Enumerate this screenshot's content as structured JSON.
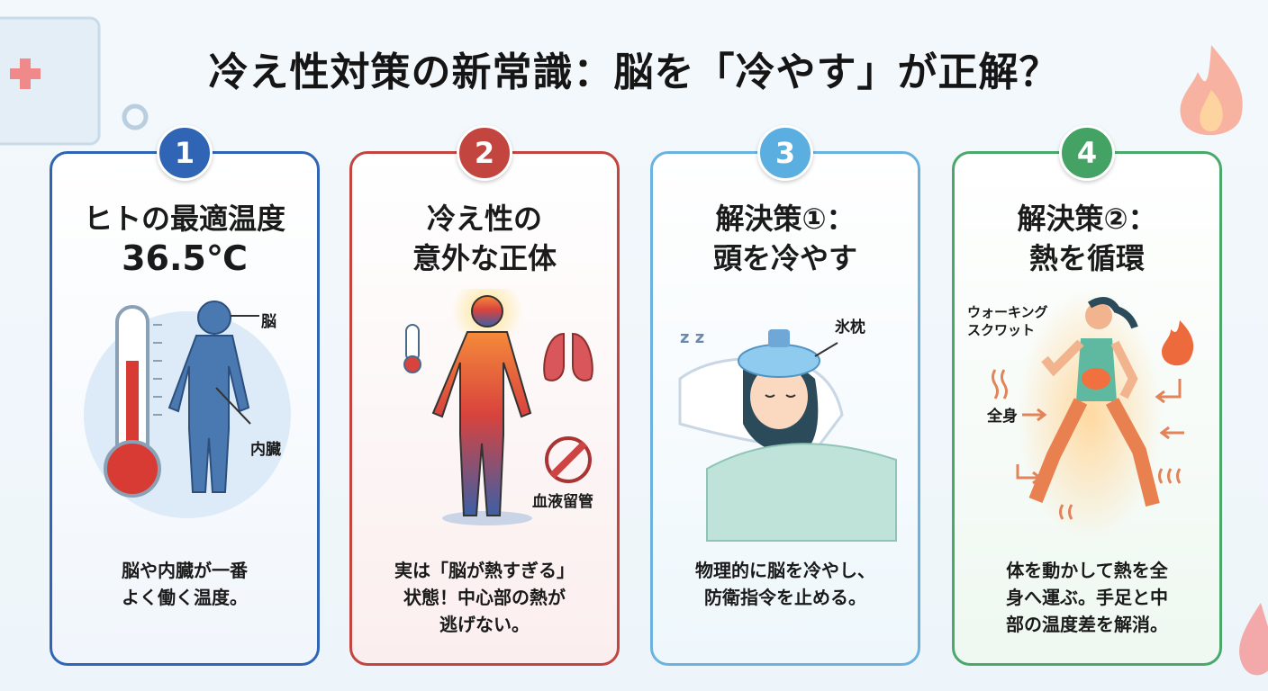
{
  "title": "冷え性対策の新常識：脳を「冷やす」が正解？",
  "cards": [
    {
      "number": "1",
      "heading_line1": "ヒトの最適温度",
      "heading_line2": "36.5℃",
      "labels": [
        "脳",
        "内臓"
      ],
      "desc_line1": "脳や内臓が一番",
      "desc_line2": "よく働く温度。",
      "icons": [
        "thermometer-icon",
        "human-body-icon"
      ]
    },
    {
      "number": "2",
      "heading_line1": "冷え性の",
      "heading_line2": "意外な正体",
      "labels": [
        "血液留管"
      ],
      "desc_line1": "実は「脳が熱すぎる」",
      "desc_line2": "状態！中心部の熱が",
      "desc_line3": "逃げない。",
      "icons": [
        "thermometer-icon",
        "lungs-icon",
        "blocked-vessel-icon",
        "hot-body-icon"
      ]
    },
    {
      "number": "3",
      "heading_line1": "解決策①：",
      "heading_line2": "頭を冷やす",
      "labels": [
        "氷枕"
      ],
      "desc_line1": "物理的に脳を冷やし、",
      "desc_line2": "防衛指令を止める。",
      "icons": [
        "sleeping-person-icon",
        "ice-pack-icon"
      ]
    },
    {
      "number": "4",
      "heading_line1": "解決策②：",
      "heading_line2": "熱を循環",
      "labels": [
        "ウォーキング",
        "スクワット",
        "全身"
      ],
      "desc_line1": "体を動かして熱を全",
      "desc_line2": "身へ運ぶ。手足と中",
      "desc_line3": "部の温度差を解消。",
      "icons": [
        "running-woman-icon",
        "flame-icon"
      ]
    }
  ],
  "colors": {
    "blue": "#2f65b4",
    "red": "#c2453f",
    "lightblue": "#5aaee0",
    "green": "#44a265"
  }
}
